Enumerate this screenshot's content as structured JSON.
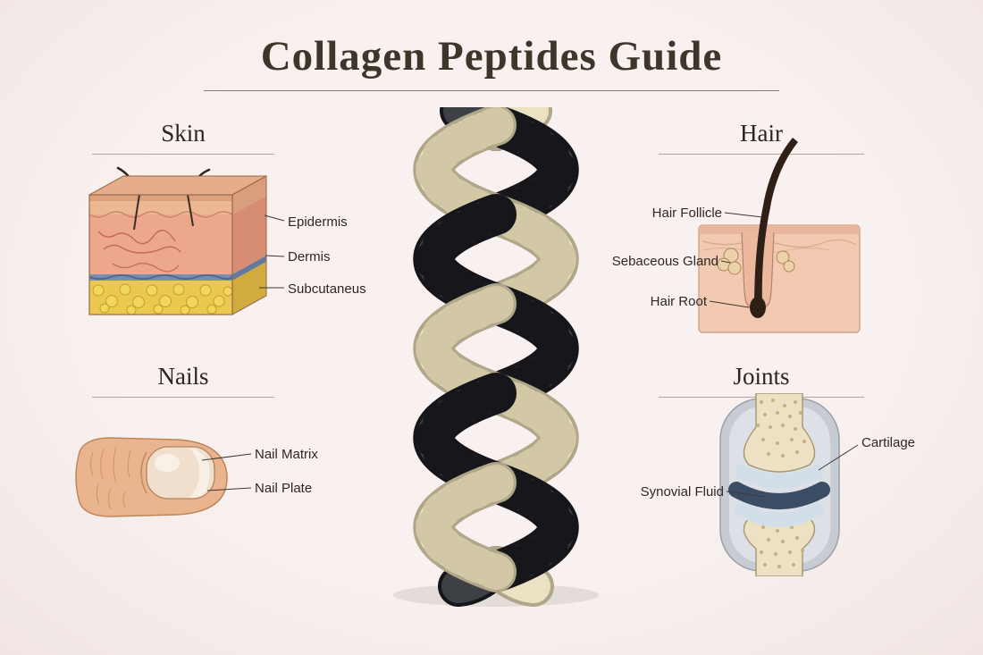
{
  "title": "Collagen Peptides Guide",
  "sections": {
    "skin": {
      "heading": "Skin",
      "labels": [
        {
          "text": "Epidermis"
        },
        {
          "text": "Dermis"
        },
        {
          "text": "Subcutaneus"
        }
      ]
    },
    "hair": {
      "heading": "Hair",
      "labels": [
        {
          "text": "Hair Follicle"
        },
        {
          "text": "Sebaceous Gland"
        },
        {
          "text": "Hair Root"
        }
      ]
    },
    "nails": {
      "heading": "Nails",
      "labels": [
        {
          "text": "Nail Matrix"
        },
        {
          "text": "Nail Plate"
        }
      ]
    },
    "joints": {
      "heading": "Joints",
      "labels": [
        {
          "text": "Cartilage"
        },
        {
          "text": "Synovial Fluid"
        }
      ]
    }
  },
  "colors": {
    "background": "#f7eeec",
    "title_text": "#3f352b",
    "heading_text": "#2b2520",
    "label_text": "#2e2822",
    "divider": "#b4a49e",
    "helix_dark": "#3d4045",
    "helix_light": "#ebe2c4",
    "skin_tone": "#ecb793",
    "fat_yellow": "#ebc84e",
    "synovial_blue": "#3b4c65",
    "cartilage_blue": "#d2dfe9",
    "bone_cream": "#eee1c3"
  }
}
